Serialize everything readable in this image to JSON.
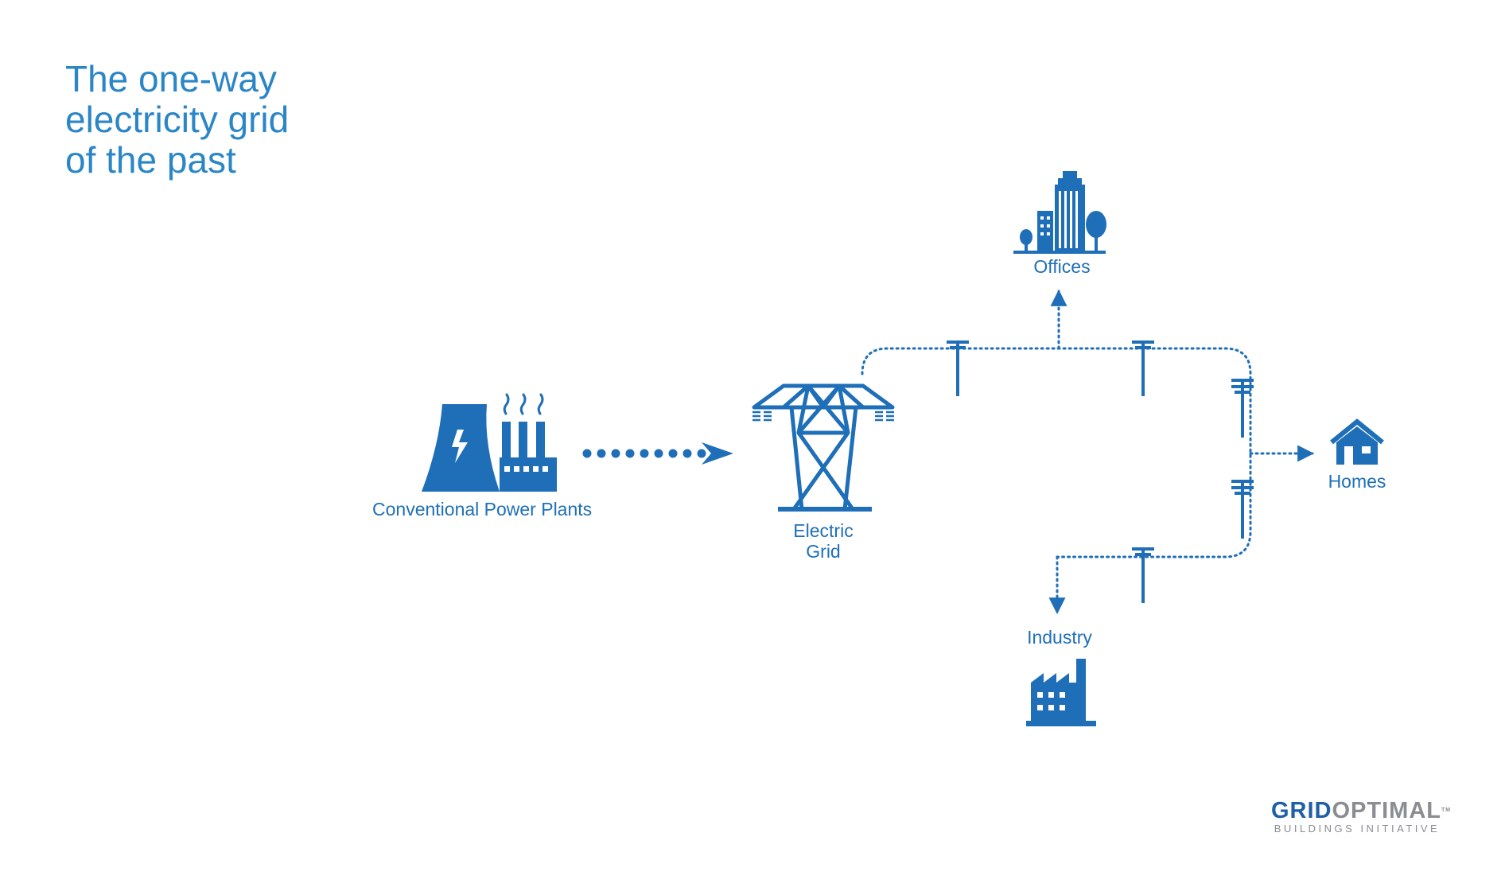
{
  "title": {
    "lines": [
      "The one-way",
      "electricity grid",
      "of the past"
    ]
  },
  "nodes": {
    "power_plant": {
      "label": "Conventional Power Plants",
      "icon": "power-plant-icon"
    },
    "electric_grid": {
      "label_lines": [
        "Electric",
        "Grid"
      ],
      "icon": "transmission-tower-icon"
    },
    "offices": {
      "label": "Offices",
      "icon": "office-buildings-icon"
    },
    "homes": {
      "label": "Homes",
      "icon": "house-icon"
    },
    "industry": {
      "label": "Industry",
      "icon": "factory-icon"
    }
  },
  "logo": {
    "word_1": "GRID",
    "word_2": "OPTIMAL",
    "trademark": "TM",
    "subtitle": "BUILDINGS INITIATIVE"
  },
  "colors": {
    "primary_blue": "#1f6fb8",
    "title_blue": "#2b86c6",
    "logo_navy": "#1f5fa6",
    "logo_gray": "#8a8d91"
  }
}
